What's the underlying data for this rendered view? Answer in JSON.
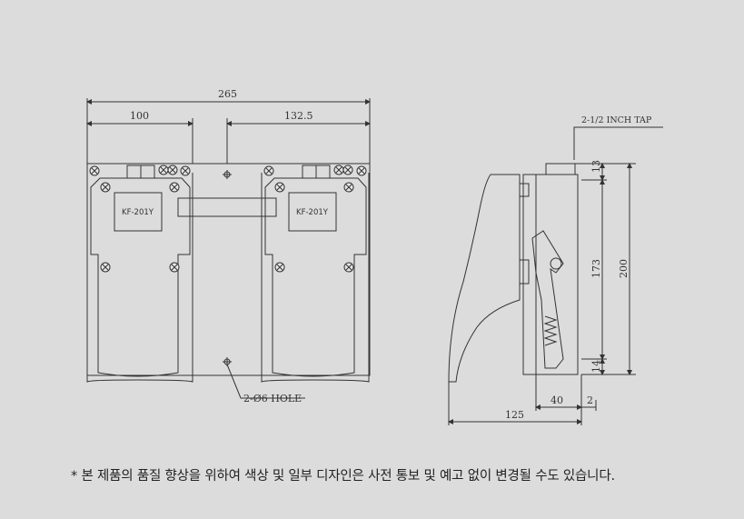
{
  "dimensions": {
    "overall_width": "265",
    "left_offset": "100",
    "right_offset": "132.5",
    "hole_note": "2-Ø6 HOLE",
    "tap_note": "2-1/2 INCH TAP",
    "top_part": "13",
    "middle_part": "173",
    "bottom_part": "14",
    "overall_height": "200",
    "base_40": "40",
    "base_2": "2",
    "depth": "125"
  },
  "labels": {
    "left_plate": "KF-201Y",
    "right_plate": "KF-201Y"
  },
  "notice": "* 본 제품의 품질 향상을 위하여 색상 및 일부 디자인은 사전 통보 및 예고 없이 변경될 수도 있습니다."
}
